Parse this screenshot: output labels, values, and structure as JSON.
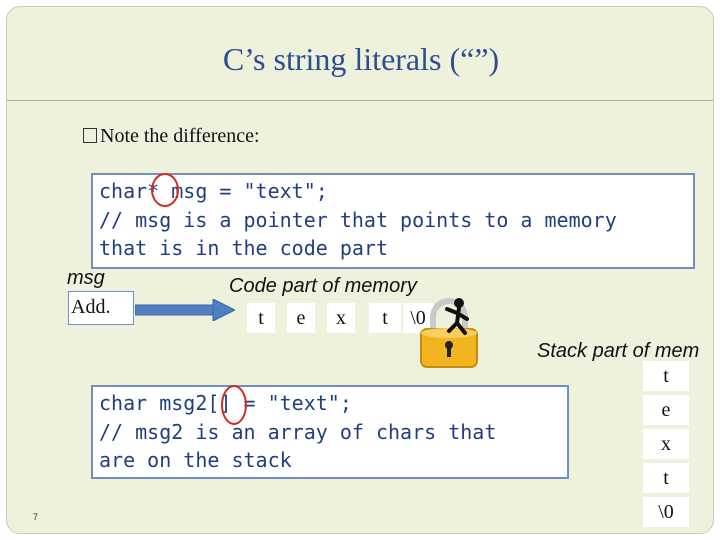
{
  "slide": {
    "title": "C’s  string literals (“”)",
    "bullet_text": "Note the difference:",
    "code_block_1": {
      "line1": "char* msg = \"text\";",
      "line2": "// msg is a pointer that points to a memory",
      "line3": "that is in the code part"
    },
    "msg_label": "msg",
    "address_label": "Add.",
    "code_part_label": "Code part of memory",
    "code_memory_cells": [
      "t",
      "e",
      "x",
      "t",
      "\\0"
    ],
    "stack_label": "Stack part of mem",
    "stack_cells": [
      "t",
      "e",
      "x",
      "t",
      "\\0"
    ],
    "code_block_2": {
      "line1": "char msg2[] = \"text\";",
      "line2": "// msg2 is an array of chars that",
      "line3": "are on the stack"
    },
    "slide_number": "7"
  },
  "colors": {
    "title": "#2e4f8f",
    "code_text": "#1f3f7f",
    "highlight_circle": "#d42a1e",
    "slide_background": "#eef2dd",
    "arrow": "#4f7fc0"
  }
}
